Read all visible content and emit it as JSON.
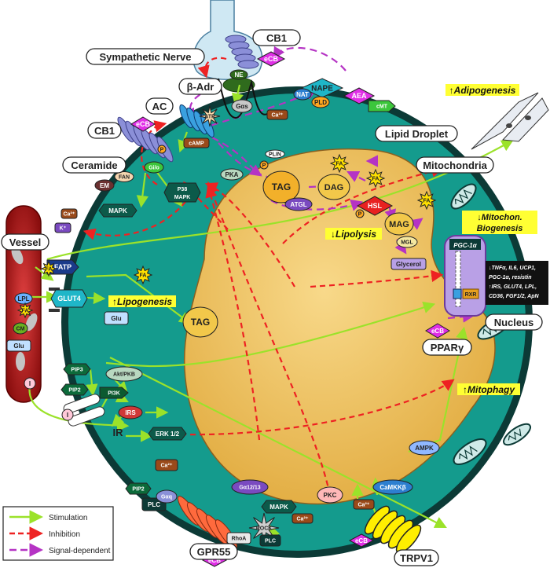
{
  "regions": {
    "sympathetic_nerve": "Sympathetic Nerve",
    "vessel": "Vessel",
    "lipid_droplet": "Lipid Droplet",
    "mitochondria": "Mitochondria",
    "nucleus": "Nucleus"
  },
  "receptors": {
    "cb1_nerve": "CB1",
    "cb1_membrane": "CB1",
    "beta_adr": "β-Adr",
    "ac": "AC",
    "ir": "IR",
    "gpr55": "GPR55",
    "trpv1": "TRPV1",
    "pparg": "PPARγ"
  },
  "molecules": {
    "ne": "NE",
    "ecb": "eCB",
    "nape": "NAPE",
    "nat": "NAT",
    "pld": "PLD",
    "aea": "AEA",
    "cmt": "cMT",
    "ca": "Ca²⁺",
    "gas": "Gαs",
    "atp": "ATP",
    "camp": "cAMP",
    "pka": "PKA",
    "plin": "PLIN",
    "p": "P",
    "gio": "Gi/o",
    "fan": "FAN",
    "ceramide": "Ceramide",
    "em": "EM",
    "mapk": "MAPK",
    "p38_line1": "P38",
    "p38_line2": "MAPK",
    "k": "K⁺",
    "fatp": "FATP",
    "lpl": "LPL",
    "fa": "FA",
    "cm": "CM",
    "glu": "Glu",
    "glut4": "GLUT4",
    "tag": "TAG",
    "dag": "DAG",
    "mag": "MAG",
    "atgl": "ATGL",
    "hsl": "HSL",
    "mgl": "MGL",
    "glycerol": "Glycerol",
    "pgc1a": "PGC-1α",
    "rxr": "RXR",
    "pip3": "PIP3",
    "pip2": "PIP2",
    "akt": "Akt/PKB",
    "pi3k": "PI3K",
    "irs": "IRS",
    "erk": "ERK 1/2",
    "i": "I",
    "ampk": "AMPK",
    "camkkb": "CaMKKβ",
    "pkc": "PKC",
    "plc": "PLC",
    "gaq": "Gαq",
    "ga1213": "Gα12/13",
    "rhoa": "RhoA",
    "rock": "ROCK"
  },
  "highlights": {
    "adipogenesis": "↑Adipogenesis",
    "lipolysis": "↓Lipolysis",
    "mito_line1": "↓Mitochon.",
    "mito_line2": "Biogenesis",
    "lipogenesis": "↑Lipogenesis",
    "mitophagy": "↑Mitophagy"
  },
  "gene_box": {
    "line1": "↓TNFα, IL6, UCP1,",
    "line2": "PGC-1α, resistin",
    "line3": "↑IRS, GLUT4, LPL,",
    "line4": "CD36, FGF1/2, ApN"
  },
  "legend": {
    "stimulation": "Stimulation",
    "inhibition": "Inhibition",
    "signal_dependent": "Signal-dependent"
  },
  "colors": {
    "membrane": "#0c3a36",
    "cytoplasm": "#149b8d",
    "droplet": "#f2c463",
    "stimulation": "#9be22a",
    "inhibition": "#ee2222",
    "signal": "#b533c4",
    "vessel": "#b41818",
    "highlight": "#ffff33"
  }
}
